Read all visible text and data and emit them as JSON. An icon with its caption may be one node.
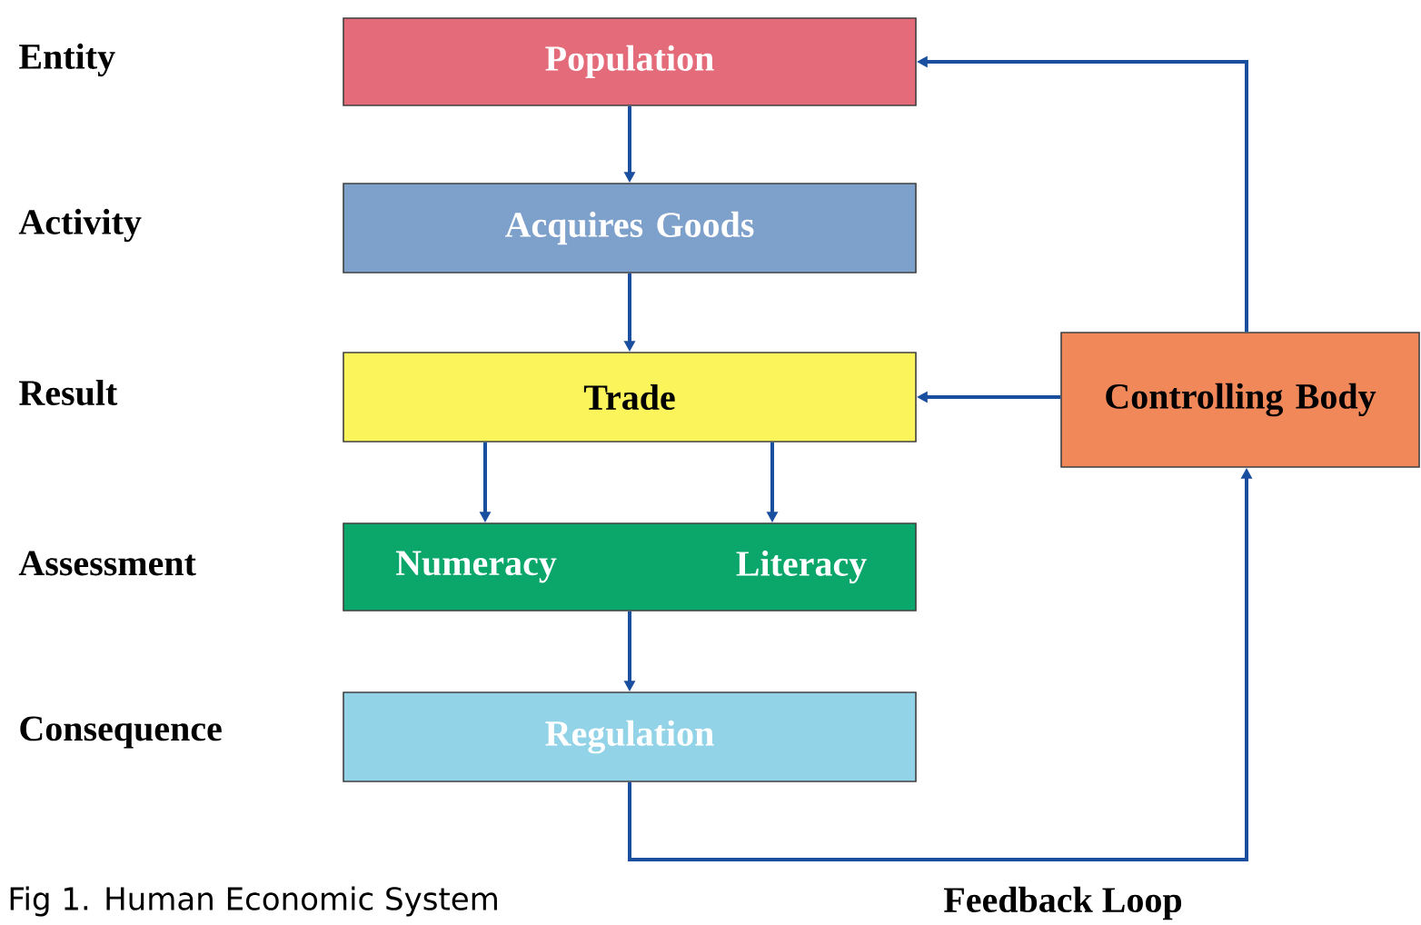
{
  "diagram": {
    "caption": "Fig 1. Human Economic System",
    "nodes": [
      {
        "text": [
          "Population"
        ]
      },
      {
        "text": [
          "Acquires Goods"
        ]
      },
      {
        "text": [
          "Trade"
        ]
      },
      {
        "text": [
          "Numeracy",
          "Literacy"
        ]
      },
      {
        "text": [
          "Regulation"
        ]
      },
      {
        "text": [
          "Controlling Body"
        ]
      }
    ],
    "edges": [
      {
        "from": 0,
        "to": 1,
        "arrow": "to"
      },
      {
        "from": 1,
        "to": 2,
        "arrow": "to"
      },
      {
        "from": 2,
        "to": 3,
        "arrow": "to"
      },
      {
        "from": 2,
        "to": 3,
        "arrow": "to"
      },
      {
        "from": 3,
        "to": 4,
        "arrow": "to"
      },
      {
        "from": 4,
        "to": 5,
        "arrow": "to",
        "label": "Feedback Loop"
      },
      {
        "from": 5,
        "to": 2,
        "arrow": "to"
      },
      {
        "from": 5,
        "to": 0,
        "arrow": "to"
      }
    ],
    "labels": [
      "Entity",
      "Activity",
      "Result",
      "Assessment",
      "Consequence"
    ]
  }
}
